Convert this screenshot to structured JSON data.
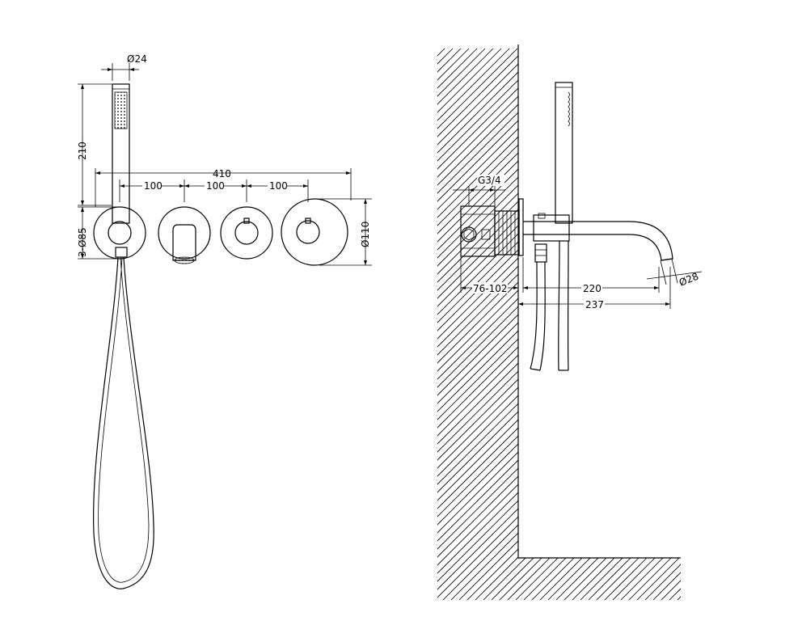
{
  "front_view": {
    "dims": {
      "handshower_diameter": "Ø24",
      "handshower_length": "210",
      "total_width": "410",
      "spacing_1": "100",
      "spacing_2": "100",
      "spacing_3": "100",
      "plate_diameter_small": "3-Ø85",
      "plate_diameter_large": "Ø110"
    }
  },
  "side_view": {
    "dims": {
      "thread": "G3/4",
      "wall_depth": "76-102",
      "spout_length": "220",
      "total_length": "237",
      "outlet_diameter": "Ø28"
    }
  }
}
